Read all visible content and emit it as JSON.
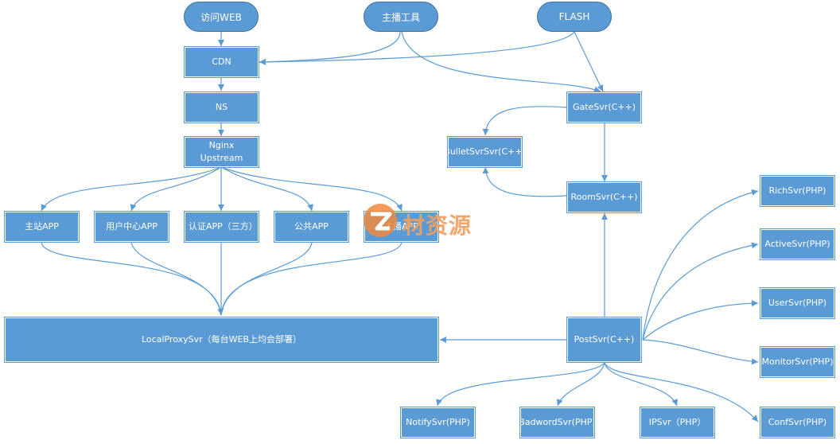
{
  "nodes": {
    "visit_web": "访问WEB",
    "host_tool": "主播工具",
    "flash": "FLASH",
    "cdn": "CDN",
    "ns": "NS",
    "nginx": "Nginx Upstream",
    "main_app": "主站APP",
    "user_center_app": "用户中心APP",
    "auth_app": "认证APP（三方）",
    "public_app": "公共APP",
    "host_app": "主播APP",
    "local_proxy": "LocalProxySvr（每台WEB上均会部署）",
    "gate": "GateSvr(C++)",
    "bullet": "BulletSvrSvr(C++)",
    "room": "RoomSvr(C++)",
    "post": "PostSvr(C++)",
    "rich": "RichSvr(PHP)",
    "active": "ActiveSvr(PHP)",
    "user": "UserSvr(PHP)",
    "monitor": "MonitorSvr(PHP)",
    "conf": "ConfSvr(PHP)",
    "notify": "NotifySvr(PHP)",
    "badword": "BadwordSvr(PHP)",
    "ip": "IPSvr（PHP）"
  },
  "watermark": "材资源",
  "colors": {
    "fill": "#5b9bd5",
    "border": "#41719c",
    "line": "#5b9bd5",
    "text": "#ffffff"
  }
}
